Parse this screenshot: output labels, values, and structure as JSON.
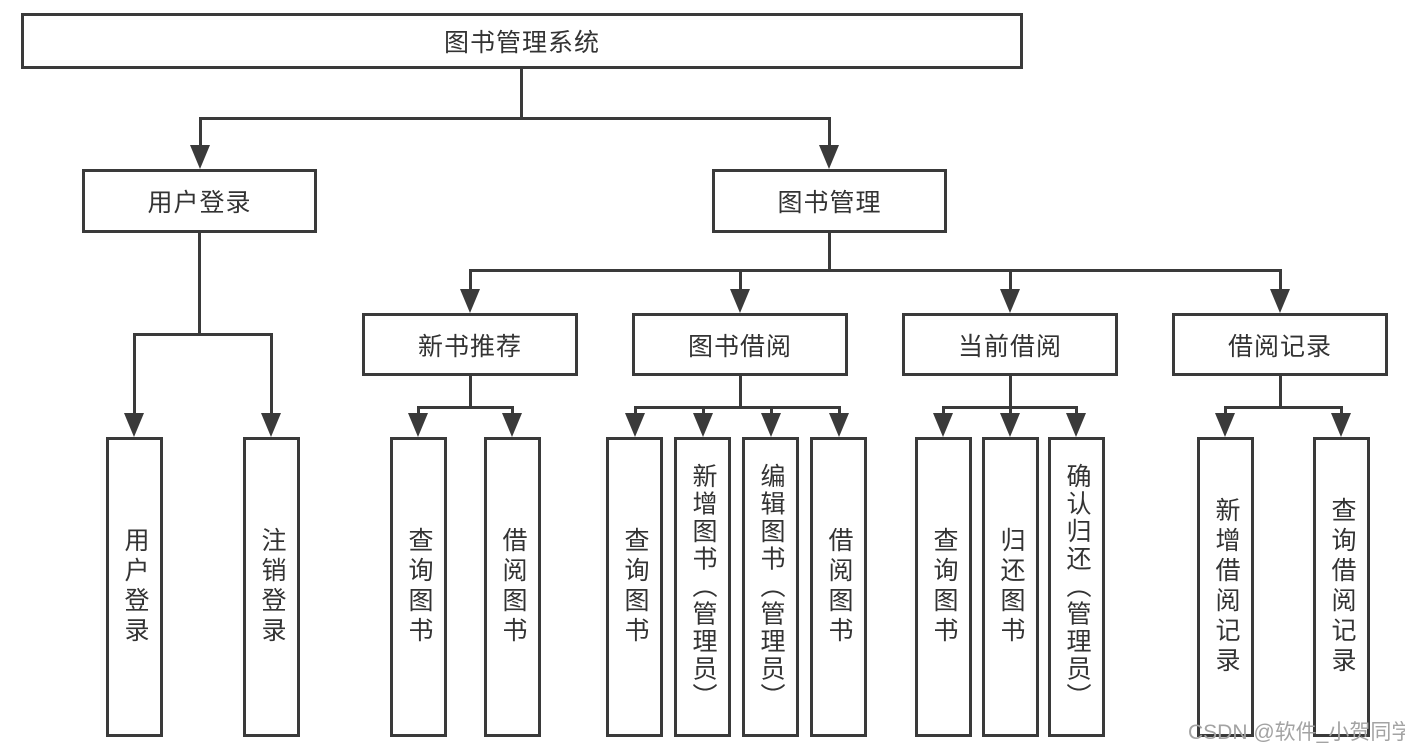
{
  "diagram": {
    "title": "图书管理系统",
    "level2": {
      "user_login": "用户登录",
      "book_management": "图书管理"
    },
    "level3": {
      "new_book_recommendation": "新书推荐",
      "book_borrowing": "图书借阅",
      "current_borrowing": "当前借阅",
      "borrowing_records": "借阅记录"
    },
    "leaves": {
      "user_login": [
        "用户登录",
        "注销登录"
      ],
      "new_book_recommendation": [
        "查询图书",
        "借阅图书"
      ],
      "book_borrowing": [
        "查询图书",
        "新增图书（管理员）",
        "编辑图书（管理员）",
        "借阅图书"
      ],
      "current_borrowing": [
        "查询图书",
        "归还图书",
        "确认归还（管理员）"
      ],
      "borrowing_records": [
        "新增借阅记录",
        "查询借阅记录"
      ]
    },
    "colors": {
      "line": "#3a3a3a",
      "text": "#333333",
      "background": "#ffffff",
      "watermark": "#a3a3a3"
    }
  },
  "watermark": "CSDN @软件_小贺同学"
}
